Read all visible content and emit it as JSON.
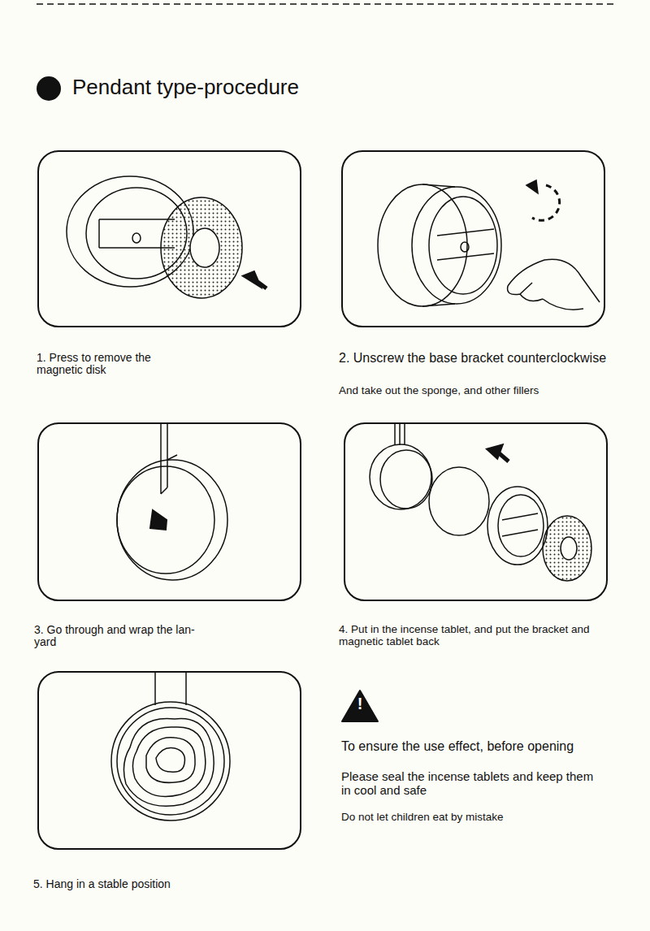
{
  "diagram": {
    "title": "Pendant type-procedure",
    "nodes": [
      {
        "text": [
          "1. Press to remove the magnetic disk"
        ]
      },
      {
        "text": [
          "2. Unscrew the base bracket counterclockwise",
          "And take out the sponge, and other fillers"
        ]
      },
      {
        "text": [
          "3. Go through and wrap the lan- yard"
        ]
      },
      {
        "text": [
          "4. Put in the incense tablet, and put the bracket and magnetic tablet back"
        ]
      },
      {
        "text": [
          "5. Hang in a stable position"
        ]
      }
    ],
    "labels": [
      "!",
      "To ensure the use effect, before opening",
      "Please seal the incense tablets and keep them in cool and safe",
      "Do not let children eat by mistake"
    ]
  }
}
